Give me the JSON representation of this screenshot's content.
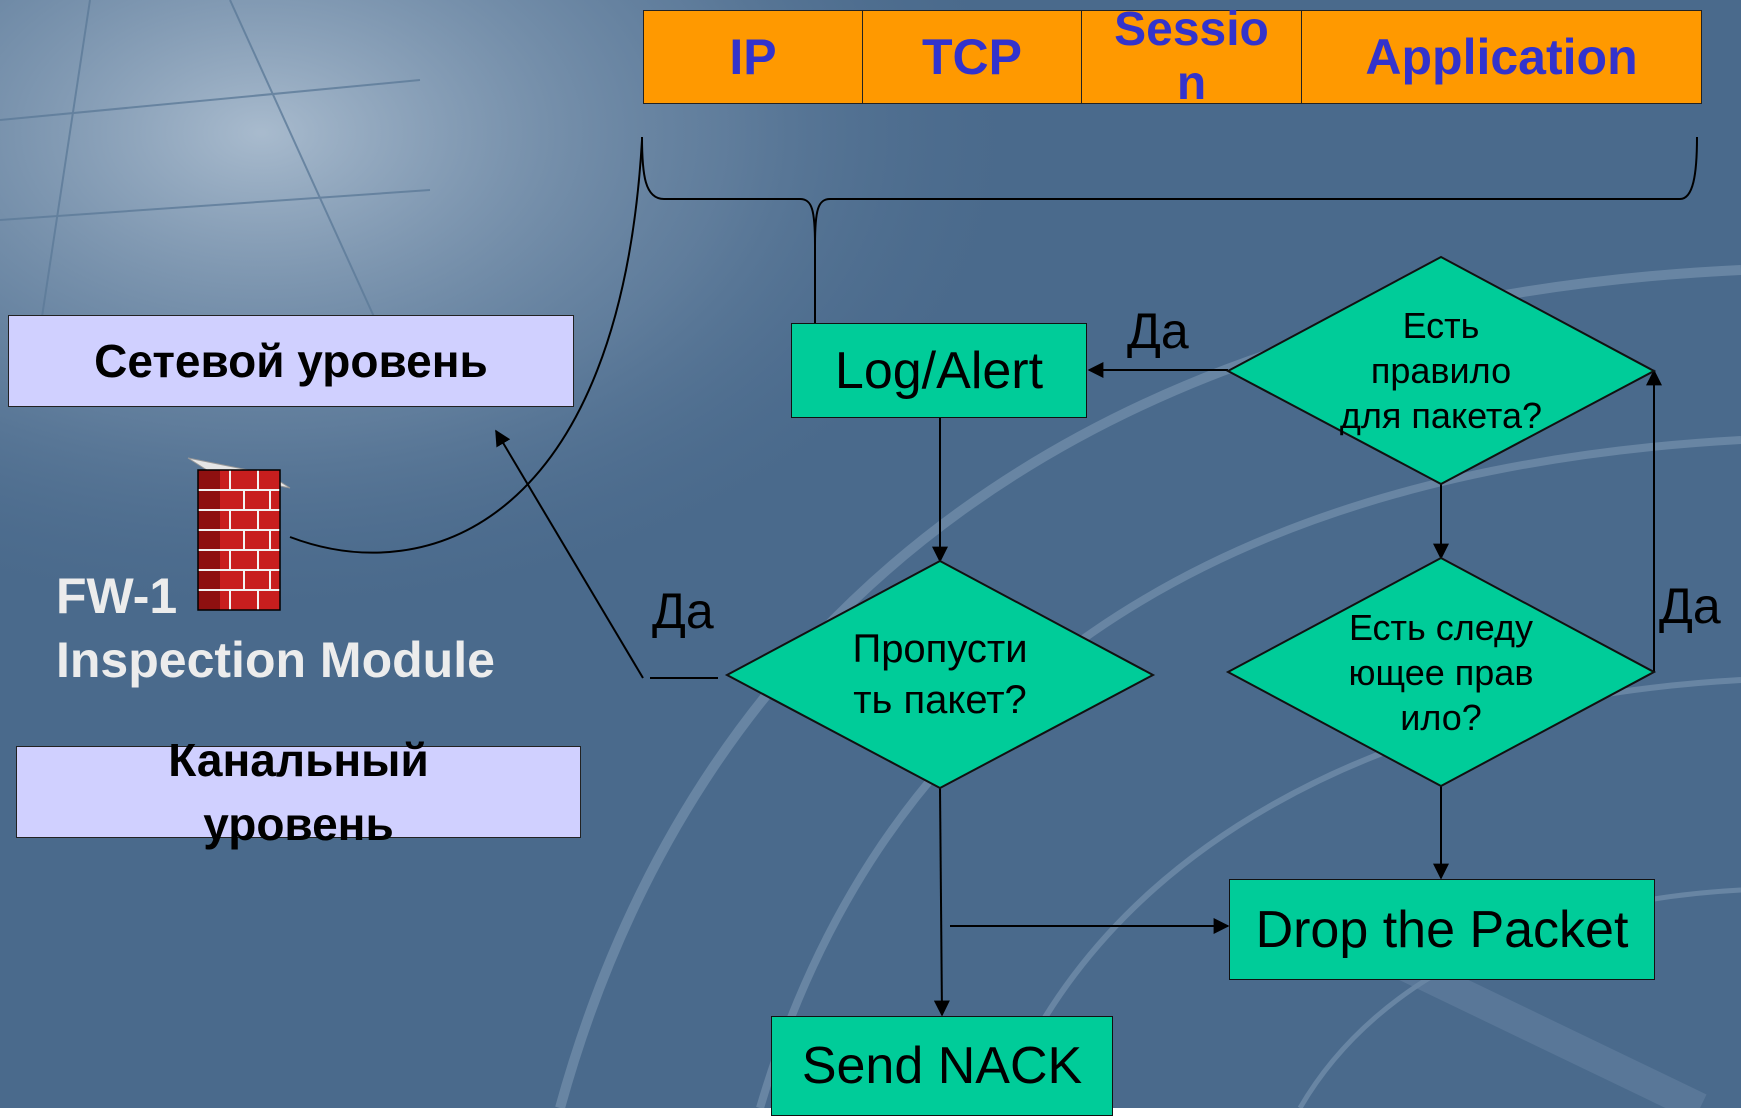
{
  "protocol_header": {
    "cells": [
      "IP",
      "TCP",
      "Sessio n",
      "Application"
    ]
  },
  "layers": {
    "network": "Сетевой уровень",
    "datalink": "Канальный уровень"
  },
  "fw_label": {
    "line1": "FW-1",
    "line2": "Inspection Module"
  },
  "nodes": {
    "rule_for_packet": "Есть правило для пакета?",
    "next_rule": "Есть следующее правило?",
    "pass_packet": "Пропустить пакет?",
    "log_alert": "Log/Alert",
    "drop_packet": "Drop the Packet",
    "send_nack": "Send NACK"
  },
  "edge_labels": {
    "yes_top": "Да",
    "yes_right": "Да",
    "yes_left": "Да"
  },
  "colors": {
    "background": "#4a6a8c",
    "protocol_fill": "#ff9900",
    "protocol_text": "#3333cc",
    "layer_fill": "#d0d0ff",
    "node_fill": "#00cc99",
    "brick": "#c81e1e"
  }
}
